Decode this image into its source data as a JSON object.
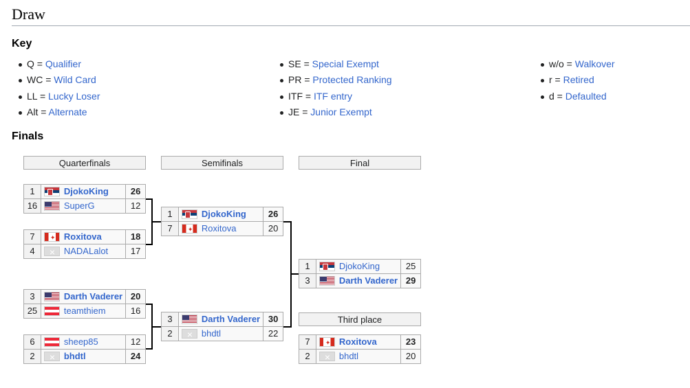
{
  "section_title": "Draw",
  "key": {
    "heading": "Key",
    "columns": [
      [
        {
          "abbr": "Q = ",
          "term": "Qualifier"
        },
        {
          "abbr": "WC = ",
          "term": "Wild Card"
        },
        {
          "abbr": "LL = ",
          "term": "Lucky Loser"
        },
        {
          "abbr": "Alt = ",
          "term": "Alternate"
        }
      ],
      [
        {
          "abbr": "SE = ",
          "term": "Special Exempt"
        },
        {
          "abbr": "PR = ",
          "term": "Protected Ranking"
        },
        {
          "abbr": "ITF = ",
          "term": "ITF entry"
        },
        {
          "abbr": "JE = ",
          "term": "Junior Exempt"
        }
      ],
      [
        {
          "abbr": "w/o = ",
          "term": "Walkover"
        },
        {
          "abbr": "r = ",
          "term": "Retired"
        },
        {
          "abbr": "d = ",
          "term": "Defaulted"
        }
      ]
    ]
  },
  "finals": {
    "heading": "Finals",
    "round_headers": {
      "qf": "Quarterfinals",
      "sf": "Semifinals",
      "final": "Final",
      "third": "Third place"
    },
    "matches": {
      "qf1": [
        {
          "seed": "1",
          "flag": "srb",
          "name": "DjokoKing",
          "score": "26",
          "winner": true
        },
        {
          "seed": "16",
          "flag": "usa",
          "name": "SuperG",
          "score": "12",
          "winner": false
        }
      ],
      "qf2": [
        {
          "seed": "7",
          "flag": "can",
          "name": "Roxitova",
          "score": "18",
          "winner": true
        },
        {
          "seed": "4",
          "flag": "none",
          "name": "NADALalot",
          "score": "17",
          "winner": false
        }
      ],
      "qf3": [
        {
          "seed": "3",
          "flag": "usa",
          "name": "Darth Vaderer",
          "score": "20",
          "winner": true
        },
        {
          "seed": "25",
          "flag": "aut",
          "name": "teamthiem",
          "score": "16",
          "winner": false
        }
      ],
      "qf4": [
        {
          "seed": "6",
          "flag": "aut",
          "name": "sheep85",
          "score": "12",
          "winner": false
        },
        {
          "seed": "2",
          "flag": "none",
          "name": "bhdtl",
          "score": "24",
          "winner": true
        }
      ],
      "sf1": [
        {
          "seed": "1",
          "flag": "srb",
          "name": "DjokoKing",
          "score": "26",
          "winner": true
        },
        {
          "seed": "7",
          "flag": "can",
          "name": "Roxitova",
          "score": "20",
          "winner": false
        }
      ],
      "sf2": [
        {
          "seed": "3",
          "flag": "usa",
          "name": "Darth Vaderer",
          "score": "30",
          "winner": true
        },
        {
          "seed": "2",
          "flag": "none",
          "name": "bhdtl",
          "score": "22",
          "winner": false
        }
      ],
      "final": [
        {
          "seed": "1",
          "flag": "srb",
          "name": "DjokoKing",
          "score": "25",
          "winner": false
        },
        {
          "seed": "3",
          "flag": "usa",
          "name": "Darth Vaderer",
          "score": "29",
          "winner": true
        }
      ],
      "third": [
        {
          "seed": "7",
          "flag": "can",
          "name": "Roxitova",
          "score": "23",
          "winner": true
        },
        {
          "seed": "2",
          "flag": "none",
          "name": "bhdtl",
          "score": "20",
          "winner": false
        }
      ]
    }
  }
}
